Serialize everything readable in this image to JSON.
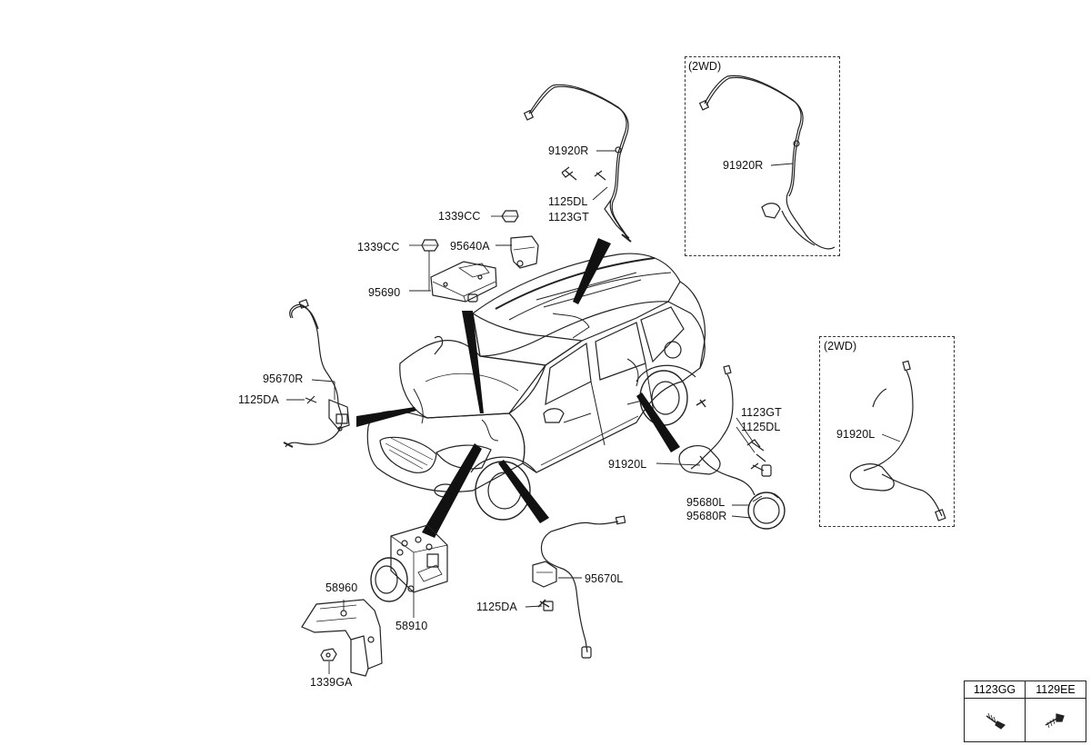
{
  "labels": {
    "p91920R_top": "91920R",
    "p1125DL_top": "1125DL",
    "p1123GT_top": "1123GT",
    "p1339CC_a": "1339CC",
    "p95640A": "95640A",
    "p1339CC_b": "1339CC",
    "p95690": "95690",
    "p95670R": "95670R",
    "p1125DA_left": "1125DA",
    "p1123GT_right": "1123GT",
    "p1125DL_right": "1125DL",
    "p91920L_mid": "91920L",
    "p95680L": "95680L",
    "p95680R": "95680R",
    "p95670L": "95670L",
    "p1125DA_bottom": "1125DA",
    "p58960": "58960",
    "p58910": "58910",
    "p1339GA": "1339GA",
    "p91920R_box": "91920R",
    "p91920L_box": "91920L"
  },
  "boxes": {
    "box_top_tag": "(2WD)",
    "box_right_tag": "(2WD)"
  },
  "fastener_table": {
    "col1": "1123GG",
    "col2": "1129EE"
  },
  "icons": {
    "car": "vehicle-outline",
    "abs_module": "hydraulic-modulator-unit",
    "bracket": "mounting-bracket",
    "sensor_cable": "wheel-speed-sensor-cable",
    "tone_ring": "tone-wheel-ring",
    "control_unit": "control-unit-box",
    "screw": "screw-icon"
  }
}
